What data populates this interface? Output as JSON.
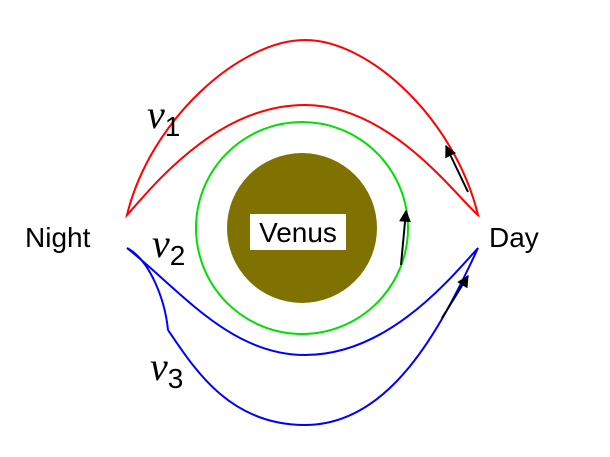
{
  "labels": {
    "night": "Night",
    "day": "Day",
    "planet": "Venus"
  },
  "flows": [
    {
      "symbol": "v",
      "subscript": "1"
    },
    {
      "symbol": "v",
      "subscript": "2"
    },
    {
      "symbol": "v",
      "subscript": "3"
    }
  ],
  "colors": {
    "background": "#ffffff",
    "flow_1": "#ff0000",
    "flow_2": "#00e000",
    "flow_3": "#0000ff",
    "planet": "#7f7200",
    "label_box": "#ffffff",
    "arrow": "#000000"
  },
  "icons": [
    "arrow-icon"
  ]
}
